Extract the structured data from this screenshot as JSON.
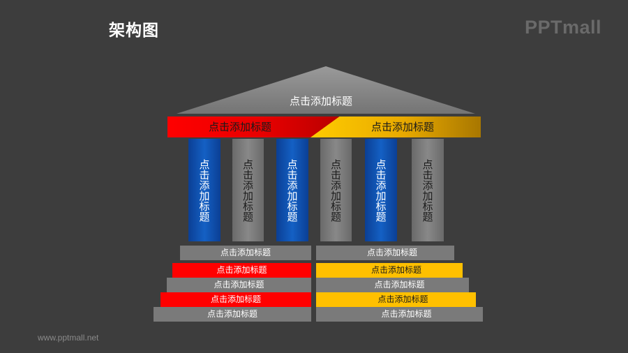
{
  "header": {
    "title": "架构图",
    "logo": "PPTmall"
  },
  "footer": {
    "url": "www.pptmall.net"
  },
  "colors": {
    "background": "#3d3d3d",
    "red": "#ff0000",
    "yellow": "#ffc000",
    "blue": "#1460c4",
    "gray": "#7a7a7a"
  },
  "roof": {
    "label": "点击添加标题"
  },
  "beam": {
    "left_label": "点击添加标题",
    "right_label": "点击添加标题"
  },
  "pillars": [
    {
      "label": "点击添加标题",
      "color": "blue"
    },
    {
      "label": "点击添加标题",
      "color": "gray"
    },
    {
      "label": "点击添加标题",
      "color": "blue"
    },
    {
      "label": "点击添加标题",
      "color": "gray"
    },
    {
      "label": "点击添加标题",
      "color": "blue"
    },
    {
      "label": "点击添加标题",
      "color": "gray"
    }
  ],
  "steps_left": [
    {
      "label": "点击添加标题",
      "color": "gray"
    },
    {
      "label": "点击添加标题",
      "color": "red"
    },
    {
      "label": "点击添加标题",
      "color": "gray"
    },
    {
      "label": "点击添加标题",
      "color": "red"
    },
    {
      "label": "点击添加标题",
      "color": "gray"
    }
  ],
  "steps_right": [
    {
      "label": "点击添加标题",
      "color": "gray"
    },
    {
      "label": "点击添加标题",
      "color": "yellow"
    },
    {
      "label": "点击添加标题",
      "color": "gray"
    },
    {
      "label": "点击添加标题",
      "color": "yellow"
    },
    {
      "label": "点击添加标题",
      "color": "gray"
    }
  ]
}
